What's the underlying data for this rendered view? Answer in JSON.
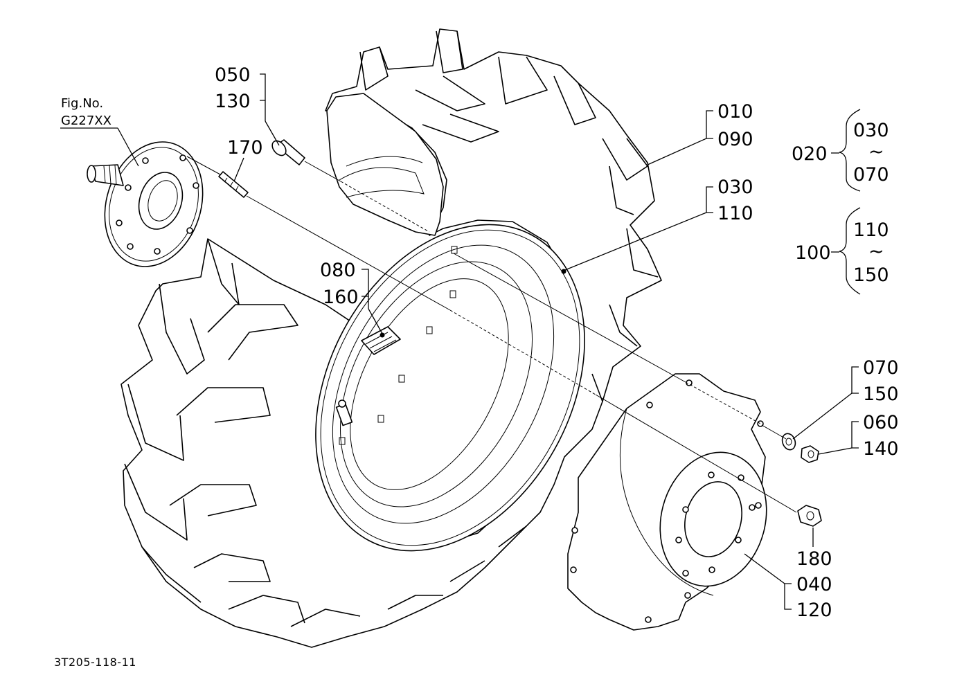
{
  "figure": {
    "fig_no_label": "Fig.No.",
    "fig_no_value": "G227XX",
    "drawing_code": "3T205-118-11"
  },
  "callouts": {
    "c050": "050",
    "c130": "130",
    "c170": "170",
    "c010": "010",
    "c090": "090",
    "c030a": "030",
    "c110a": "110",
    "c080": "080",
    "c160": "160",
    "c070": "070",
    "c150": "150",
    "c060": "060",
    "c140": "140",
    "c180": "180",
    "c040": "040",
    "c120": "120"
  },
  "groups": {
    "g020": {
      "label": "020",
      "from": "030",
      "tilde": "~",
      "to": "070"
    },
    "g100": {
      "label": "100",
      "from": "110",
      "tilde": "~",
      "to": "150"
    }
  }
}
